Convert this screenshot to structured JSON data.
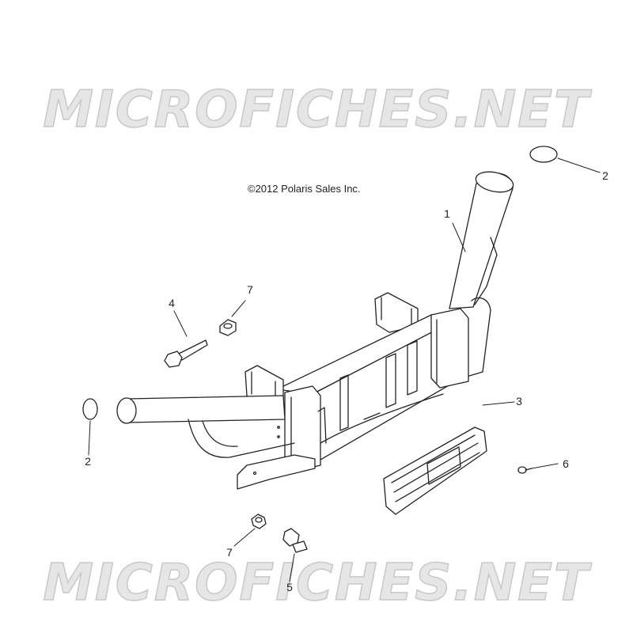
{
  "watermark": {
    "top": "MICROFICHES.NET",
    "bottom": "MICROFICHES.NET"
  },
  "copyright": "©2012 Polaris Sales Inc.",
  "callouts": [
    {
      "id": "c1",
      "label": "1"
    },
    {
      "id": "c2a",
      "label": "2"
    },
    {
      "id": "c2b",
      "label": "2"
    },
    {
      "id": "c3",
      "label": "3"
    },
    {
      "id": "c4",
      "label": "4"
    },
    {
      "id": "c5",
      "label": "5"
    },
    {
      "id": "c6",
      "label": "6"
    },
    {
      "id": "c7a",
      "label": "7"
    },
    {
      "id": "c7b",
      "label": "7"
    }
  ],
  "colors": {
    "line": "#222222",
    "watermark": "#c9c9c9"
  }
}
